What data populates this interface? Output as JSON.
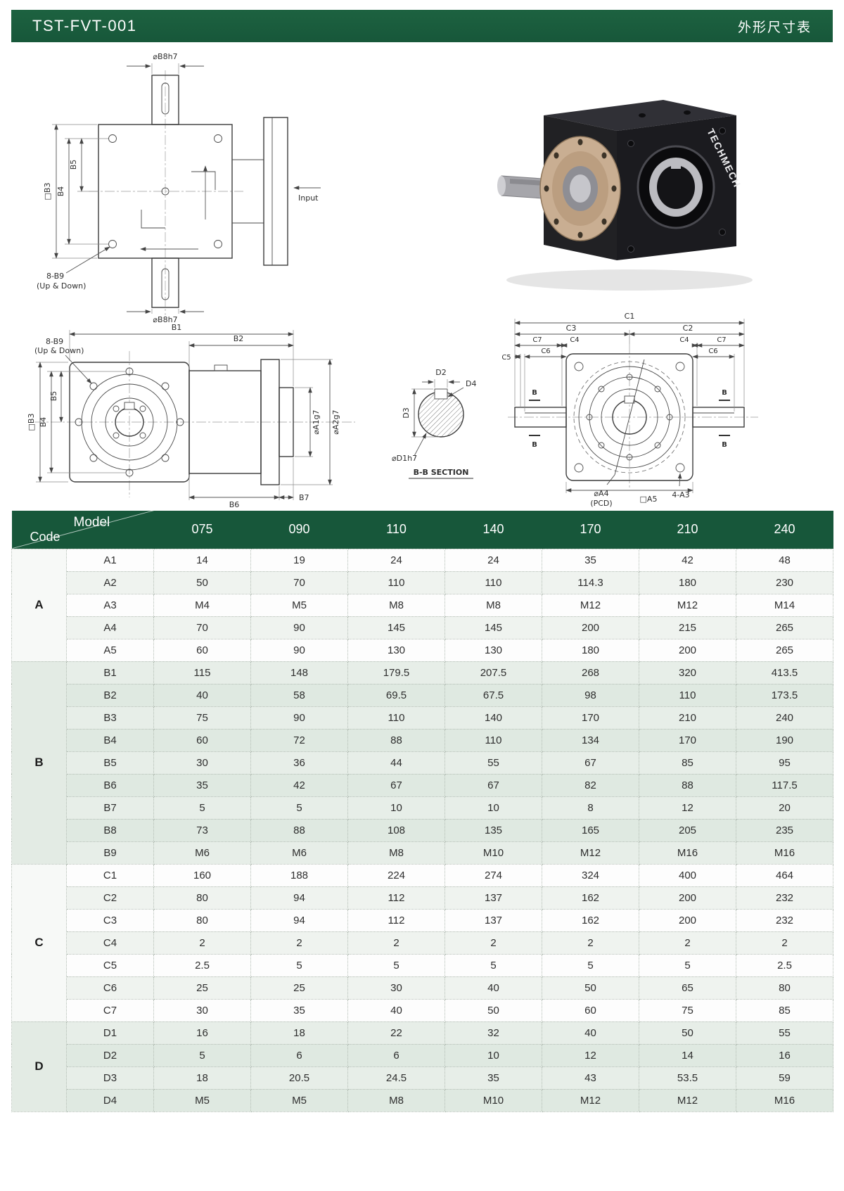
{
  "header": {
    "title": "TST-FVT-001",
    "subtitle": "外形尺寸表"
  },
  "drawings": {
    "front_view": {
      "dim_top": "⌀B8h7",
      "dim_bottom": "⌀B8h7",
      "dim_b3": "□B3",
      "dim_b4": "B4",
      "dim_b5": "B5",
      "bolt_note_line1": "8-B9",
      "bolt_note_line2": "(Up & Down)",
      "input_label": "Input"
    },
    "product": {
      "brand": "TECHMECH"
    },
    "side_view": {
      "bolt_note_line1": "8-B9",
      "bolt_note_line2": "(Up & Down)",
      "dim_b1": "B1",
      "dim_b2": "B2",
      "dim_b3": "□B3",
      "dim_b4": "B4",
      "dim_b5": "B5",
      "dim_b6": "B6",
      "dim_b7": "B7",
      "dim_a1": "⌀A1g7",
      "dim_a2": "⌀A2g7"
    },
    "section_view": {
      "dim_d2": "D2",
      "dim_d3": "D3",
      "dim_d4": "D4",
      "dim_d1": "⌀D1h7",
      "caption": "B-B SECTION"
    },
    "rear_view": {
      "dim_c1": "C1",
      "dim_c2": "C2",
      "dim_c3": "C3",
      "dim_c4_left": "C4",
      "dim_c4_right": "C4",
      "dim_c5": "C5",
      "dim_c6_left": "C6",
      "dim_c6_right": "C6",
      "dim_c7_left": "C7",
      "dim_c7_right": "C7",
      "label_a4_line1": "⌀A4",
      "label_a4_line2": "(PCD)",
      "label_a3": "4-A3",
      "dim_a5": "□A5",
      "section_mark": "B"
    }
  },
  "table": {
    "model_label": "Model",
    "code_label": "Code",
    "columns": [
      "075",
      "090",
      "110",
      "140",
      "170",
      "210",
      "240"
    ],
    "groups": [
      {
        "code": "A",
        "rows": [
          {
            "label": "A1",
            "values": [
              "14",
              "19",
              "24",
              "24",
              "35",
              "42",
              "48"
            ]
          },
          {
            "label": "A2",
            "values": [
              "50",
              "70",
              "110",
              "110",
              "114.3",
              "180",
              "230"
            ]
          },
          {
            "label": "A3",
            "values": [
              "M4",
              "M5",
              "M8",
              "M8",
              "M12",
              "M12",
              "M14"
            ]
          },
          {
            "label": "A4",
            "values": [
              "70",
              "90",
              "145",
              "145",
              "200",
              "215",
              "265"
            ]
          },
          {
            "label": "A5",
            "values": [
              "60",
              "90",
              "130",
              "130",
              "180",
              "200",
              "265"
            ]
          }
        ]
      },
      {
        "code": "B",
        "rows": [
          {
            "label": "B1",
            "values": [
              "115",
              "148",
              "179.5",
              "207.5",
              "268",
              "320",
              "413.5"
            ]
          },
          {
            "label": "B2",
            "values": [
              "40",
              "58",
              "69.5",
              "67.5",
              "98",
              "110",
              "173.5"
            ]
          },
          {
            "label": "B3",
            "values": [
              "75",
              "90",
              "110",
              "140",
              "170",
              "210",
              "240"
            ]
          },
          {
            "label": "B4",
            "values": [
              "60",
              "72",
              "88",
              "110",
              "134",
              "170",
              "190"
            ]
          },
          {
            "label": "B5",
            "values": [
              "30",
              "36",
              "44",
              "55",
              "67",
              "85",
              "95"
            ]
          },
          {
            "label": "B6",
            "values": [
              "35",
              "42",
              "67",
              "67",
              "82",
              "88",
              "117.5"
            ]
          },
          {
            "label": "B7",
            "values": [
              "5",
              "5",
              "10",
              "10",
              "8",
              "12",
              "20"
            ]
          },
          {
            "label": "B8",
            "values": [
              "73",
              "88",
              "108",
              "135",
              "165",
              "205",
              "235"
            ]
          },
          {
            "label": "B9",
            "values": [
              "M6",
              "M6",
              "M8",
              "M10",
              "M12",
              "M16",
              "M16"
            ]
          }
        ]
      },
      {
        "code": "C",
        "rows": [
          {
            "label": "C1",
            "values": [
              "160",
              "188",
              "224",
              "274",
              "324",
              "400",
              "464"
            ]
          },
          {
            "label": "C2",
            "values": [
              "80",
              "94",
              "112",
              "137",
              "162",
              "200",
              "232"
            ]
          },
          {
            "label": "C3",
            "values": [
              "80",
              "94",
              "112",
              "137",
              "162",
              "200",
              "232"
            ]
          },
          {
            "label": "C4",
            "values": [
              "2",
              "2",
              "2",
              "2",
              "2",
              "2",
              "2"
            ]
          },
          {
            "label": "C5",
            "values": [
              "2.5",
              "5",
              "5",
              "5",
              "5",
              "5",
              "2.5"
            ]
          },
          {
            "label": "C6",
            "values": [
              "25",
              "25",
              "30",
              "40",
              "50",
              "65",
              "80"
            ]
          },
          {
            "label": "C7",
            "values": [
              "30",
              "35",
              "40",
              "50",
              "60",
              "75",
              "85"
            ]
          }
        ]
      },
      {
        "code": "D",
        "rows": [
          {
            "label": "D1",
            "values": [
              "16",
              "18",
              "22",
              "32",
              "40",
              "50",
              "55"
            ]
          },
          {
            "label": "D2",
            "values": [
              "5",
              "6",
              "6",
              "10",
              "12",
              "14",
              "16"
            ]
          },
          {
            "label": "D3",
            "values": [
              "18",
              "20.5",
              "24.5",
              "35",
              "43",
              "53.5",
              "59"
            ]
          },
          {
            "label": "D4",
            "values": [
              "M5",
              "M5",
              "M8",
              "M10",
              "M12",
              "M12",
              "M16"
            ]
          }
        ]
      }
    ]
  },
  "colors": {
    "brand_green": "#17573a",
    "group_tint": "#e7eee8"
  }
}
